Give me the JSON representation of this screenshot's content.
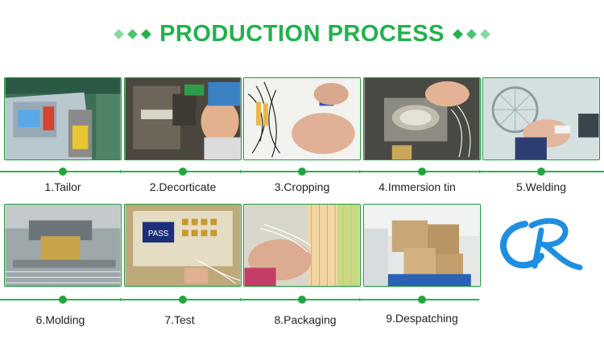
{
  "header": {
    "title": "PRODUCTION PROCESS",
    "diamond_colors": [
      "#7ed69a",
      "#4cc46f",
      "#22b14c"
    ],
    "accent": "#22b14c"
  },
  "steps": [
    {
      "label": "1.Tailor",
      "icon": "cutting-machine-photo"
    },
    {
      "label": "2.Decorticate",
      "icon": "stripping-machine-photo"
    },
    {
      "label": "3.Cropping",
      "icon": "wire-cropping-photo"
    },
    {
      "label": "4.Immersion tin",
      "icon": "tin-pot-photo"
    },
    {
      "label": "5.Welding",
      "icon": "welding-photo"
    },
    {
      "label": "6.Molding",
      "icon": "molding-machine-photo"
    },
    {
      "label": "7.Test",
      "icon": "test-machine-photo"
    },
    {
      "label": "8.Packaging",
      "icon": "packaging-photo"
    },
    {
      "label": "9.Despatching",
      "icon": "cartons-photo"
    }
  ],
  "test_screen_text": "PASS",
  "logo": {
    "icon": "cr-logo-icon",
    "color": "#1e8fe0"
  }
}
